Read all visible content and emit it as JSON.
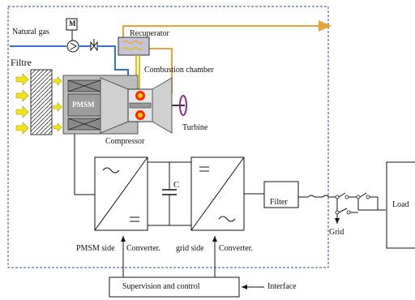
{
  "labels": {
    "natural_gas": "Natural gas",
    "motor": "M",
    "recuperator": "Recuperator",
    "combustion_chamber": "Combustion chamber",
    "filtre": "Filtre",
    "pmsm": "PMSM",
    "turbine": "Turbine",
    "compressor": "Compressor",
    "capacitor": "C",
    "filter": "Filter",
    "load": "Load",
    "grid": "Grid",
    "pmsm_side": "PMSM side",
    "converter_1": "Converter.",
    "grid_side": "grid side",
    "converter_2": "Converter.",
    "supervision": "Supervision and control",
    "interface": "Interface"
  },
  "colors": {
    "gas_line": "#3a6fd8",
    "exhaust_line": "#e9a23b",
    "air_arrow": "#f2e21a",
    "flame": "#ff2a00",
    "boundary": "#2f4f8f"
  }
}
